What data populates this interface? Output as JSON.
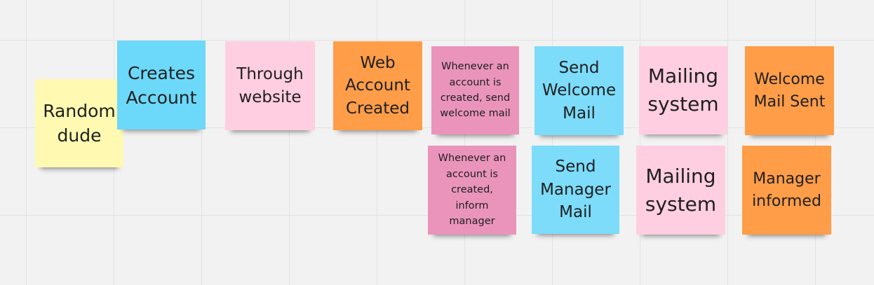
{
  "board": {
    "stickies": [
      {
        "text": "Random\ndude"
      },
      {
        "text": "Creates\nAccount"
      },
      {
        "text": "Through\nwebsite"
      },
      {
        "text": "Web\nAccount\nCreated"
      },
      {
        "text": "Whenever an\naccount is\ncreated, send\nwelcome mail"
      },
      {
        "text": "Send\nWelcome\nMail"
      },
      {
        "text": "Mailing\nsystem"
      },
      {
        "text": "Welcome\nMail Sent"
      },
      {
        "text": "Whenever an\naccount is\ncreated,\ninform\nmanager"
      },
      {
        "text": "Send\nManager\nMail"
      },
      {
        "text": "Mailing\nsystem"
      },
      {
        "text": "Manager\ninformed"
      }
    ]
  },
  "colors": {
    "canvas": "#f2f2f2",
    "grid": "#e2e2e2",
    "yellow": "#fff9b1",
    "blue": "#6cd8fa",
    "pink": "#ffcee0",
    "orange": "#ff9d48",
    "magenta": "#ea94bb"
  }
}
